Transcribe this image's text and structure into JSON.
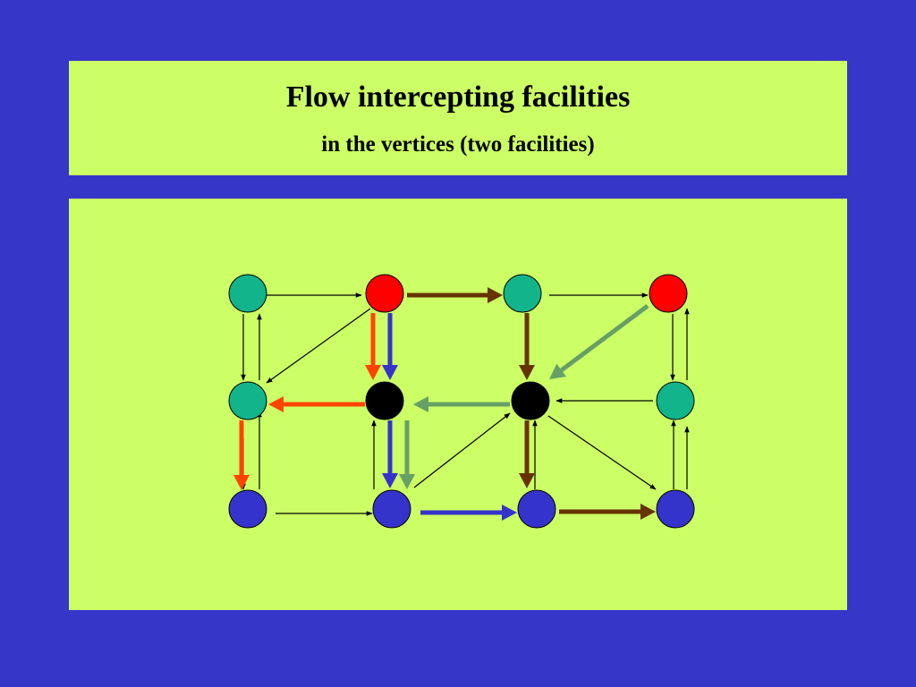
{
  "title": {
    "main": "Flow intercepting facilities",
    "sub": "in the vertices (two facilities)"
  },
  "colors": {
    "background": "#3636C8",
    "panel": "#CCFF66",
    "teal_node": "#12B48C",
    "red_node": "#FF0000",
    "facility_node": "#000000",
    "blue_node": "#3434CC",
    "flow_brown": "#663300",
    "flow_orange": "#FF4400",
    "flow_blue": "#3434CC",
    "flow_green": "#66A066"
  },
  "graph": {
    "nodes": [
      {
        "id": "a",
        "type": "origin-teal"
      },
      {
        "id": "b",
        "type": "origin-red"
      },
      {
        "id": "c",
        "type": "origin-teal"
      },
      {
        "id": "d",
        "type": "origin-red"
      },
      {
        "id": "e",
        "type": "origin-teal"
      },
      {
        "id": "f",
        "type": "facility"
      },
      {
        "id": "g",
        "type": "facility"
      },
      {
        "id": "h",
        "type": "origin-teal"
      },
      {
        "id": "i",
        "type": "destination-blue"
      },
      {
        "id": "j",
        "type": "destination-blue"
      },
      {
        "id": "k",
        "type": "destination-blue"
      },
      {
        "id": "l",
        "type": "destination-blue"
      }
    ],
    "flows": [
      {
        "from": "b",
        "to": "c",
        "color": "flow_brown"
      },
      {
        "from": "c",
        "to": "g",
        "color": "flow_brown"
      },
      {
        "from": "g",
        "to": "k",
        "color": "flow_brown"
      },
      {
        "from": "k",
        "to": "l",
        "color": "flow_brown"
      },
      {
        "from": "b",
        "to": "f",
        "color": "flow_orange"
      },
      {
        "from": "f",
        "to": "e",
        "color": "flow_orange"
      },
      {
        "from": "e",
        "to": "i",
        "color": "flow_orange"
      },
      {
        "from": "b",
        "to": "f",
        "color": "flow_blue"
      },
      {
        "from": "f",
        "to": "j",
        "color": "flow_blue"
      },
      {
        "from": "j",
        "to": "k",
        "color": "flow_blue"
      },
      {
        "from": "d",
        "to": "g",
        "color": "flow_green"
      },
      {
        "from": "g",
        "to": "f",
        "color": "flow_green"
      },
      {
        "from": "f",
        "to": "j",
        "color": "flow_green"
      }
    ]
  }
}
